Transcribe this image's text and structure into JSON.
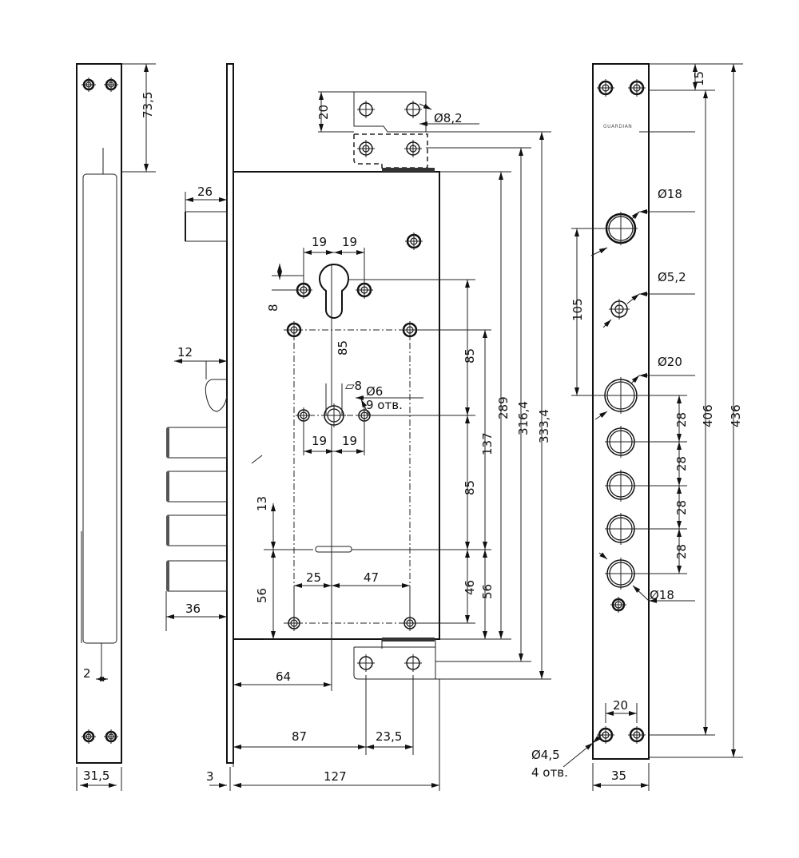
{
  "brand_logo": "GUARDIAN",
  "dims": {
    "side_73_5": "73,5",
    "side_2": "2",
    "side_31_5": "31,5",
    "bolt_26": "26",
    "latch_12": "12",
    "bolts_36": "36",
    "d13": "13",
    "d56_left": "56",
    "d25": "25",
    "d47": "47",
    "d85_inner": "85",
    "d19_a": "19",
    "d19_b": "19",
    "d19_c": "19",
    "d19_d": "19",
    "d8": "8",
    "square8": "▱8",
    "dia6": "Ø6",
    "holes9": "9 отв.",
    "d85_r1": "85",
    "d85_r2": "85",
    "d46": "46",
    "d137": "137",
    "d56_right": "56",
    "d289": "289",
    "d316_4": "316,4",
    "d333_4": "333,4",
    "d20_top": "20",
    "dia8_2": "Ø8,2",
    "d64": "64",
    "d87": "87",
    "d23_5": "23,5",
    "d127": "127",
    "d3": "3",
    "strip_15": "15",
    "strip_406": "406",
    "strip_436": "436",
    "strip_105": "105",
    "strip_28_a": "28",
    "strip_28_b": "28",
    "strip_28_c": "28",
    "strip_28_d": "28",
    "strip_20": "20",
    "strip_35": "35",
    "dia18_top": "Ø18",
    "dia5_2": "Ø5,2",
    "dia20": "Ø20",
    "dia18_bottom": "Ø18",
    "dia4_5": "Ø4,5",
    "holes4": "4 отв."
  }
}
